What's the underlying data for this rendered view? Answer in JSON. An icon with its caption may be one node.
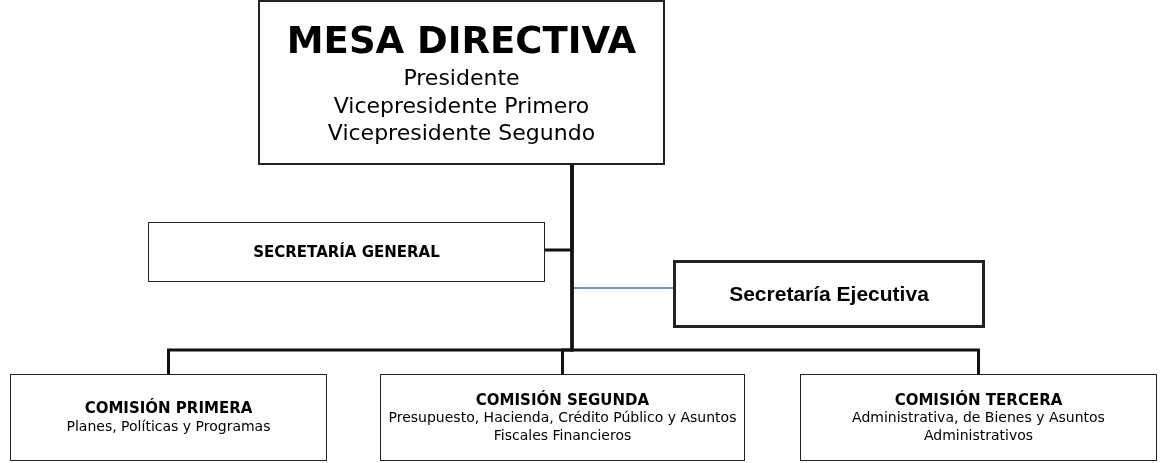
{
  "diagram": {
    "nodes": [
      {
        "text": [
          "MESA DIRECTIVA",
          "Presidente",
          "Vicepresidente Primero",
          "Vicepresidente Segundo"
        ]
      },
      {
        "text": [
          "SECRETARÍA GENERAL"
        ]
      },
      {
        "text": [
          "Secretaría Ejecutiva"
        ]
      },
      {
        "text": [
          "COMISIÓN PRIMERA",
          "Planes, Políticas y Programas"
        ]
      },
      {
        "text": [
          "COMISIÓN SEGUNDA",
          "Presupuesto, Hacienda, Crédito Público y Asuntos Fiscales Financieros"
        ]
      },
      {
        "text": [
          "COMISIÓN TERCERA",
          "Administrativa, de Bienes y Asuntos Administrativos"
        ]
      }
    ],
    "edges": [
      {
        "from": 0,
        "to": 1,
        "arrow": "none"
      },
      {
        "from": 0,
        "to": 2,
        "arrow": "none",
        "color": "#4472c4"
      },
      {
        "from": 0,
        "to": 3,
        "arrow": "none"
      },
      {
        "from": 0,
        "to": 4,
        "arrow": "none"
      },
      {
        "from": 0,
        "to": 5,
        "arrow": "none"
      }
    ]
  }
}
